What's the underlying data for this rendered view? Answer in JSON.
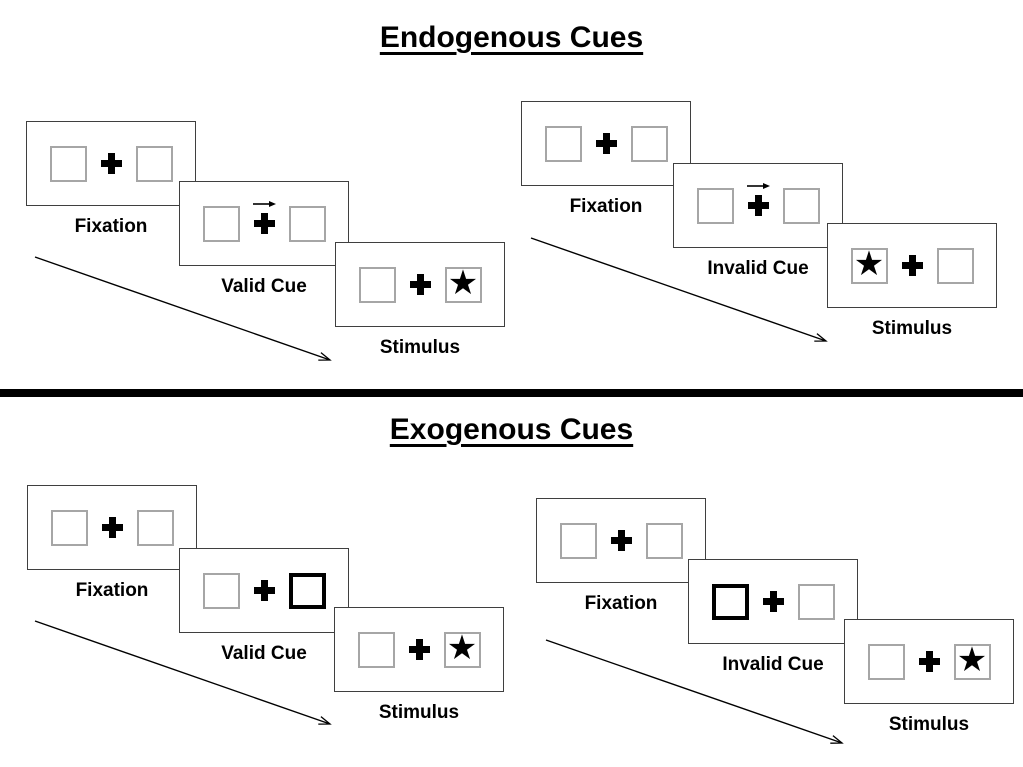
{
  "colors": {
    "background": "#ffffff",
    "panel_border": "#3f3f3f",
    "box_border": "#a6a6a6",
    "ink": "#000000"
  },
  "glyphs": {
    "star": "★"
  },
  "icons": {
    "fixation_cross": "plus-icon",
    "endogenous_cue": "right-arrow-icon",
    "exogenous_cue": "thick-outlined-box",
    "target": "black-star-icon",
    "timeline": "diagonal-arrow"
  },
  "sections": {
    "endogenous": {
      "title": "Endogenous Cues",
      "valid_seq": {
        "fixation_label": "Fixation",
        "cue_label": "Valid Cue",
        "stimulus_label": "Stimulus",
        "cue_description": "right-pointing arrow above central fixation cross",
        "target_side": "right"
      },
      "invalid_seq": {
        "fixation_label": "Fixation",
        "cue_label": "Invalid Cue",
        "stimulus_label": "Stimulus",
        "cue_description": "right-pointing arrow above central fixation cross",
        "target_side": "left"
      }
    },
    "exogenous": {
      "title": "Exogenous Cues",
      "valid_seq": {
        "fixation_label": "Fixation",
        "cue_label": "Valid Cue",
        "stimulus_label": "Stimulus",
        "cue_description": "right box highlighted with thick black outline",
        "target_side": "right"
      },
      "invalid_seq": {
        "fixation_label": "Fixation",
        "cue_label": "Invalid Cue",
        "stimulus_label": "Stimulus",
        "cue_description": "left box highlighted with thick black outline",
        "target_side": "right"
      }
    }
  }
}
